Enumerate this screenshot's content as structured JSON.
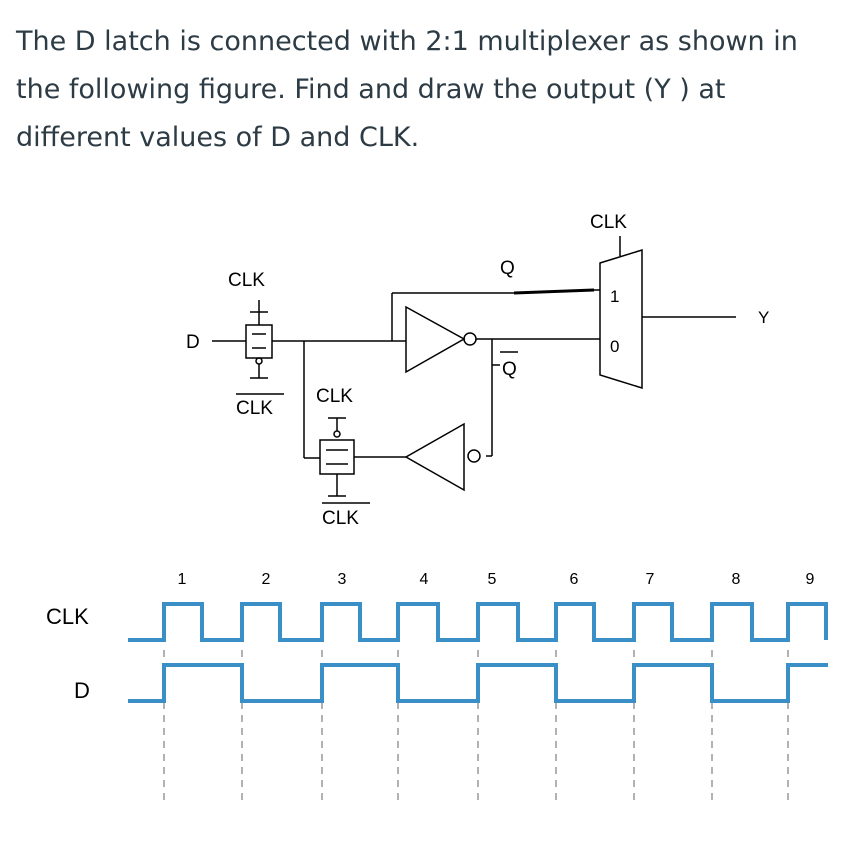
{
  "question": "The D latch is connected with 2:1 multiplexer as shown in the following figure. Find and draw the output (Y ) at different values of D and CLK.",
  "circuit": {
    "label_clk_top": "CLK",
    "label_d": "D",
    "label_clk_bar_1": "CLK",
    "label_clk_2": "CLK",
    "label_clk_bar_2": "CLK",
    "label_q": "Q",
    "label_q_bar": "Q",
    "label_mux_sel": "CLK",
    "label_mux_in1": "1",
    "label_mux_in0": "0",
    "label_y": "Y"
  },
  "timing": {
    "cycle_numbers": [
      "1",
      "2",
      "3",
      "4",
      "5",
      "6",
      "7",
      "8",
      "9"
    ],
    "signal_clk": "CLK",
    "signal_d": "D"
  }
}
